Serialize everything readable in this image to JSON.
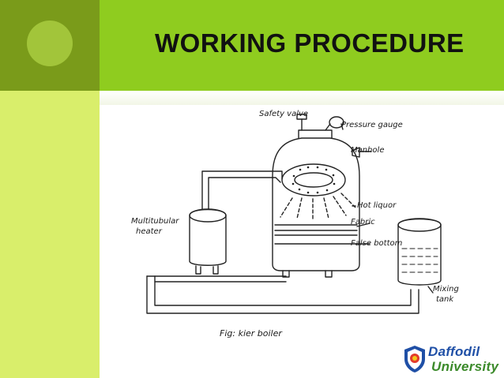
{
  "slide": {
    "title": "WORKING PROCEDURE"
  },
  "diagram": {
    "labels": {
      "safety_valve": "Safety valve",
      "pressure_gauge": "Pressure gauge",
      "manhole": "Manhole",
      "hot_liquor": "Hot liquor",
      "fabric": "Fabric",
      "false_bottom": "False bottom",
      "heater_line1": "Multitubular",
      "heater_line2": "heater",
      "tank_line1": "Mixing",
      "tank_line2": "tank",
      "caption": "Fig: kier boiler"
    }
  },
  "logo": {
    "line1": "Daffodil",
    "line2": "University"
  },
  "colors": {
    "sidebar_dark": "#7a9b1a",
    "sidebar_light": "#d9ee6b",
    "header": "#8fcc1f",
    "accent_circle": "#a2c53a",
    "logo_blue": "#1f4fa6",
    "logo_green": "#3b8a2a"
  }
}
